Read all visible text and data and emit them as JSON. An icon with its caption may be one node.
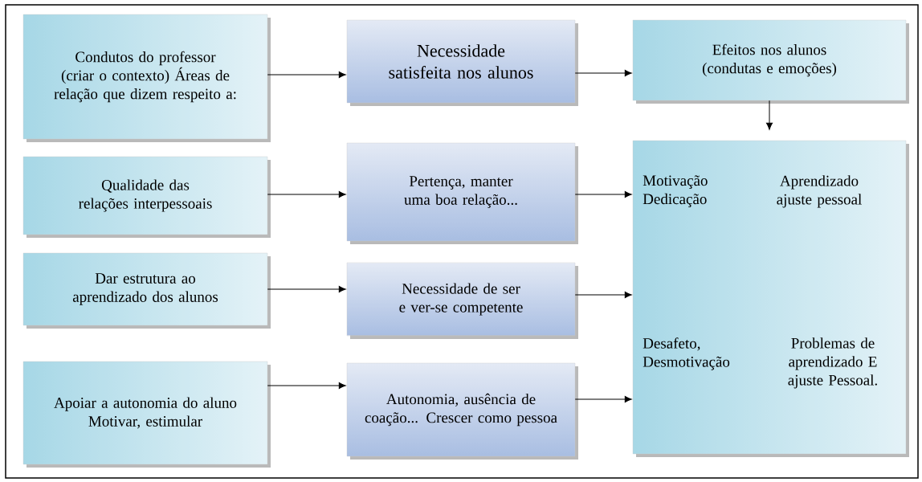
{
  "diagram": {
    "nodes": [
      {
        "text": [
          "Condutos do professor (criar o contexto) Áreas de relação que dizem respeito a:"
        ]
      },
      {
        "text": [
          "Necessidade satisfeita nos alunos"
        ]
      },
      {
        "text": [
          "Efeitos nos alunos (condutas e emoções)"
        ]
      },
      {
        "text": [
          "Qualidade das relações interpessoais"
        ]
      },
      {
        "text": [
          "Pertença, manter uma boa relação..."
        ]
      },
      {
        "text": [
          "Dar estrutura ao aprendizado dos alunos"
        ]
      },
      {
        "text": [
          "Necessidade de ser e ver-se competente"
        ]
      },
      {
        "text": [
          "Apoiar a autonomia do aluno",
          "Motivar, estimular"
        ]
      },
      {
        "text": [
          "Autonomia, ausência de coação... Crescer como pessoa"
        ]
      },
      {
        "text": [
          "Motivação Dedicação",
          "Aprendizado ajuste pessoal",
          "Desafeto, Desmotivação",
          "Problemas de aprendizado E ajuste Pessoal."
        ]
      }
    ],
    "edges": [
      {
        "from": 0,
        "to": 1,
        "arrow": "to"
      },
      {
        "from": 1,
        "to": 2,
        "arrow": "to"
      },
      {
        "from": 2,
        "to": 9,
        "arrow": "to"
      },
      {
        "from": 3,
        "to": 4,
        "arrow": "to"
      },
      {
        "from": 4,
        "to": 9,
        "arrow": "to"
      },
      {
        "from": 5,
        "to": 6,
        "arrow": "to"
      },
      {
        "from": 6,
        "to": 9,
        "arrow": "to"
      },
      {
        "from": 7,
        "to": 8,
        "arrow": "to"
      },
      {
        "from": 8,
        "to": 9,
        "arrow": "to"
      }
    ]
  }
}
